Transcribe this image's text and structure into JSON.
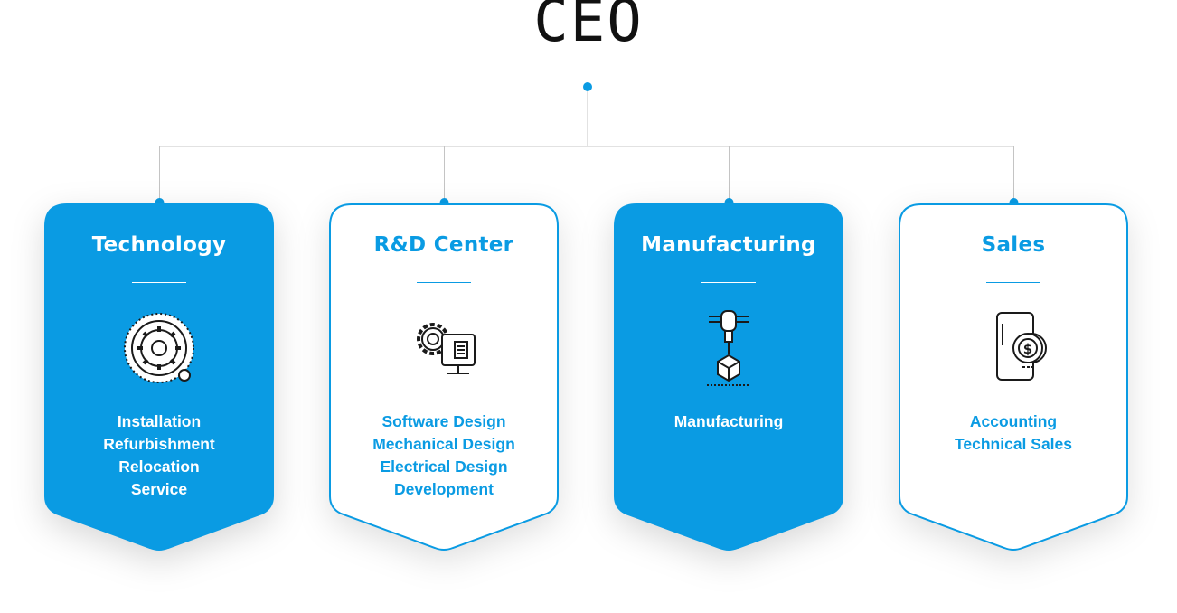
{
  "ceo": {
    "label": "CEO"
  },
  "colors": {
    "accent": "#0a9be3",
    "connector": "#c4c4c4",
    "icon_stroke": "#1a1a1a"
  },
  "departments": [
    {
      "title": "Technology",
      "style": "filled",
      "icon": "gear-settings-icon",
      "items": [
        "Installation",
        "Refurbishment",
        "Relocation",
        "Service"
      ]
    },
    {
      "title": "R&D Center",
      "style": "outline",
      "icon": "gear-monitor-icon",
      "items": [
        "Software Design",
        "Mechanical Design",
        "Electrical Design",
        "Development"
      ]
    },
    {
      "title": "Manufacturing",
      "style": "filled",
      "icon": "robotic-arm-box-icon",
      "items": [
        "Manufacturing"
      ]
    },
    {
      "title": "Sales",
      "style": "outline",
      "icon": "phone-dollar-coin-icon",
      "items": [
        "Accounting",
        "Technical Sales"
      ]
    }
  ]
}
